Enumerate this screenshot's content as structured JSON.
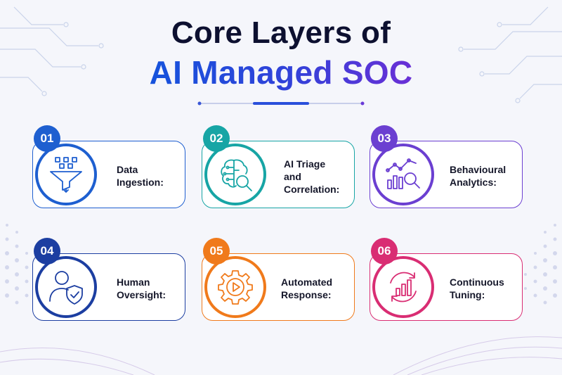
{
  "header": {
    "title_line1": "Core Layers of",
    "title_line2": "AI Managed SOC"
  },
  "layers": [
    {
      "number": "01",
      "label_lines": [
        "Data",
        "Ingestion:"
      ],
      "color": "#1e5fd0",
      "icon": "funnel-icon"
    },
    {
      "number": "02",
      "label_lines": [
        "AI Triage",
        "and",
        "Correlation:"
      ],
      "color": "#17a5a5",
      "icon": "brain-search-icon"
    },
    {
      "number": "03",
      "label_lines": [
        "Behavioural",
        "Analytics:"
      ],
      "color": "#6b3fd1",
      "icon": "analytics-chart-icon"
    },
    {
      "number": "04",
      "label_lines": [
        "Human",
        "Oversight:"
      ],
      "color": "#1c3ea1",
      "icon": "user-shield-icon"
    },
    {
      "number": "05",
      "label_lines": [
        "Automated",
        "Response:"
      ],
      "color": "#f07a1b",
      "icon": "gear-play-icon"
    },
    {
      "number": "06",
      "label_lines": [
        "Continuous",
        "Tuning:"
      ],
      "color": "#d92d73",
      "icon": "cycle-chart-icon"
    }
  ]
}
